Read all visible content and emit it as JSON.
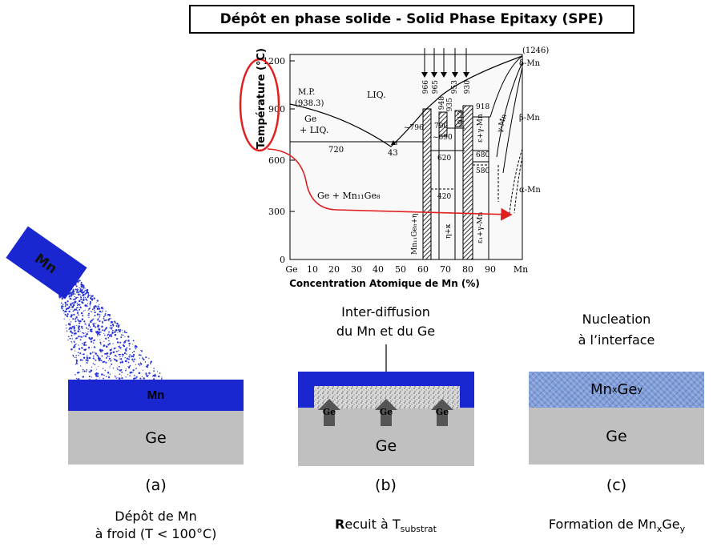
{
  "title": "Dépôt en phase solide - Solid Phase Epitaxy (SPE)",
  "diagram": {
    "y_axis_label": "Température (°C)",
    "x_axis_label": "Concentration Atomique de Mn (%)",
    "y_ticks": [
      "0",
      "300",
      "600",
      "900",
      "1200"
    ],
    "x_ticks": [
      "Ge",
      "10",
      "20",
      "30",
      "40",
      "50",
      "60",
      "70",
      "80",
      "90",
      "Mn"
    ],
    "annotations": {
      "top_right": "(1246)",
      "mp": "M.P.",
      "mp_value": "(938.3)",
      "liq": "LIQ.",
      "ge_liq_1": "Ge",
      "ge_liq_2": "+ LIQ.",
      "t720": "720",
      "t43": "43",
      "t796": "~796",
      "t966": "966",
      "t965": "965",
      "t953": "953",
      "t930": "930",
      "t918": "918",
      "t948": "948",
      "t935": "935",
      "t912": "912",
      "t790": "790",
      "t690": "~690",
      "t680": "680",
      "t620": "620",
      "t580": "580",
      "t420": "420",
      "eps_gamma": "ε+γ-Mn",
      "eps_gamma2": "ε₁+γ-Mn",
      "eta_k": "η+κ",
      "mn11": "Mn₁₁Ge₈+η",
      "ge_mn11": "Ge + Mn₁₁Ge₈",
      "delta_mn": "δ-Mn",
      "gamma_mn": "γ-Mn",
      "beta_mn": "β-Mn",
      "alpha_mn": "α-Mn"
    }
  },
  "panel_a": {
    "source": "Mn",
    "layer_mn": "Mn",
    "substrate": "Ge",
    "letter": "(a)",
    "caption_line1": "Dépôt de Mn",
    "caption_line2": "à froid (T < 100°C)"
  },
  "panel_b": {
    "header_line1": "Inter-diffusion",
    "header_line2": "du Mn et du Ge",
    "arrow_labels": [
      "Ge",
      "Ge",
      "Ge"
    ],
    "substrate": "Ge",
    "letter": "(b)",
    "caption_bold": "R",
    "caption_rest": "ecuit à T",
    "caption_sub": "substrat"
  },
  "panel_c": {
    "header_line1": "Nucleation",
    "header_line2": "à l’interface",
    "layer_main": "Mn",
    "layer_sub_x": "x",
    "layer_mid": "Ge",
    "layer_sub_y": "y",
    "substrate": "Ge",
    "letter": "(c)",
    "caption_main": "Formation de Mn",
    "caption_sub_x": "x",
    "caption_mid": "Ge",
    "caption_sub_y": "y"
  },
  "colors": {
    "mn_blue": "#1a26d0",
    "ge_gray": "#c0c0c0",
    "highlight_red": "#e02020"
  }
}
